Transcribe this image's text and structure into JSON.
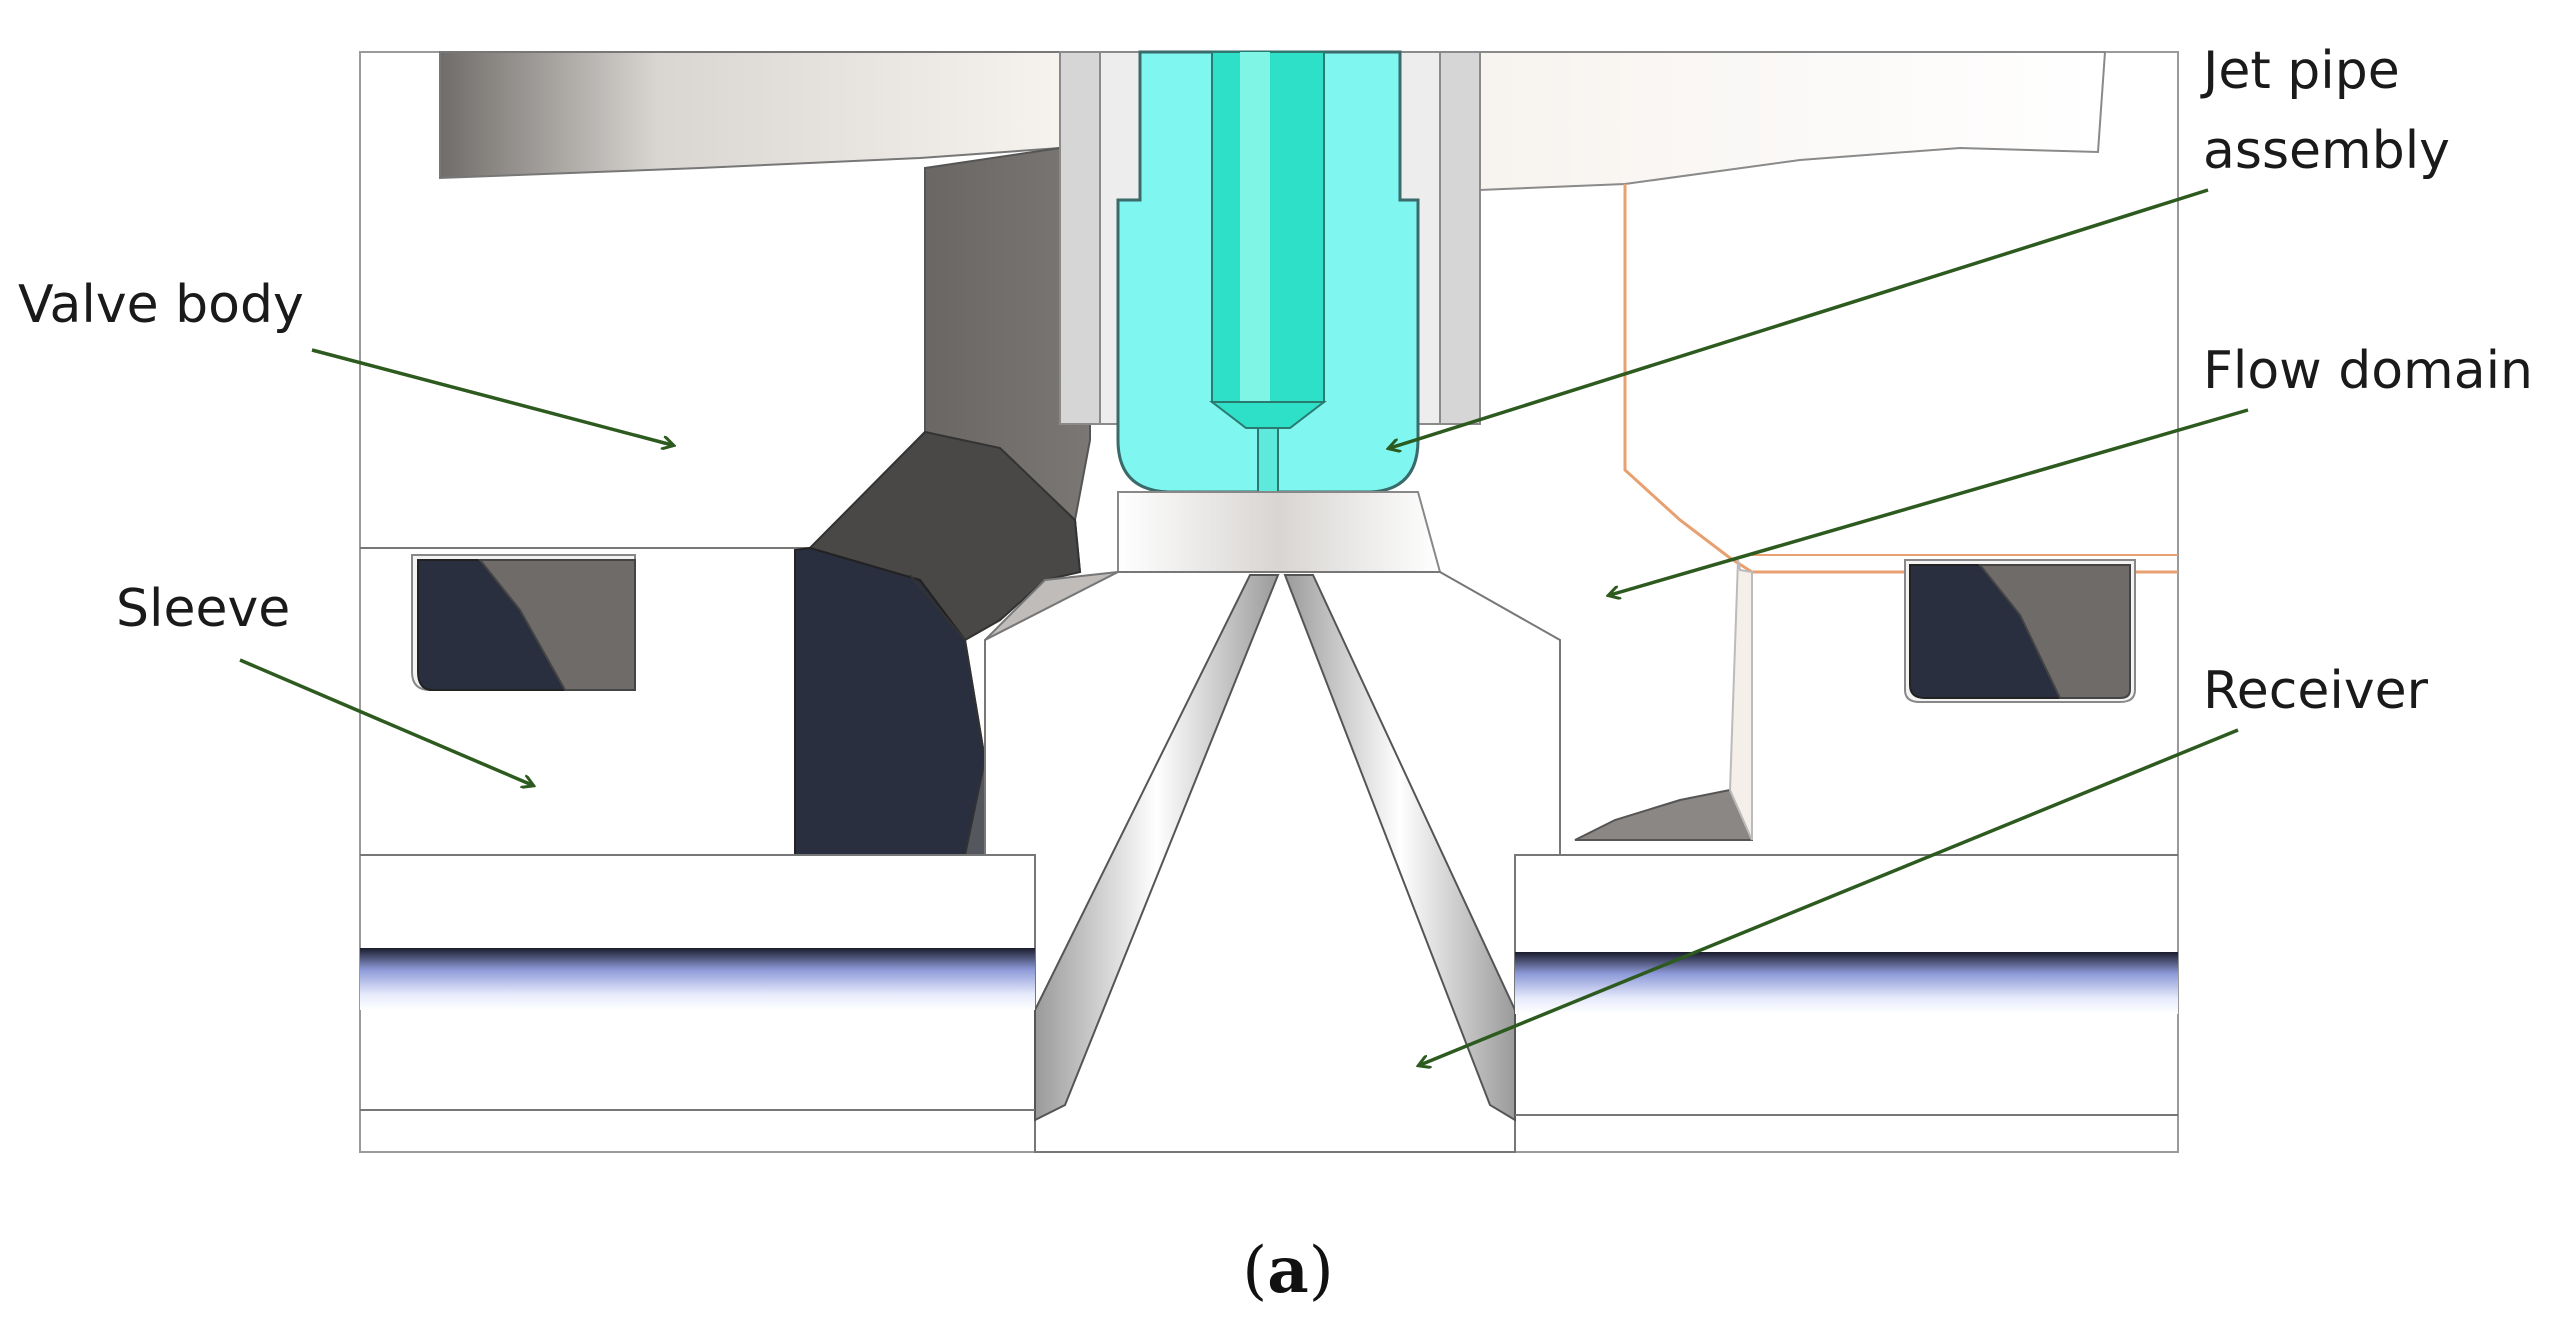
{
  "labels": {
    "jet_pipe_line1": "Jet pipe",
    "jet_pipe_line2": "assembly",
    "valve_body": "Valve body",
    "flow_domain": "Flow domain",
    "sleeve": "Sleeve",
    "receiver": "Receiver"
  },
  "caption": {
    "open": "(",
    "letter": "a",
    "close": ")"
  },
  "colors": {
    "jet_pipe": "#7ff7f0",
    "jet_pipe_core": "#2fe0c8",
    "arrow": "#2d5a1e",
    "dark_part": "#2a2f3f",
    "grey_part": "#6e6b68",
    "outline": "#8a8a8a",
    "flow_outline": "#e8a070"
  }
}
